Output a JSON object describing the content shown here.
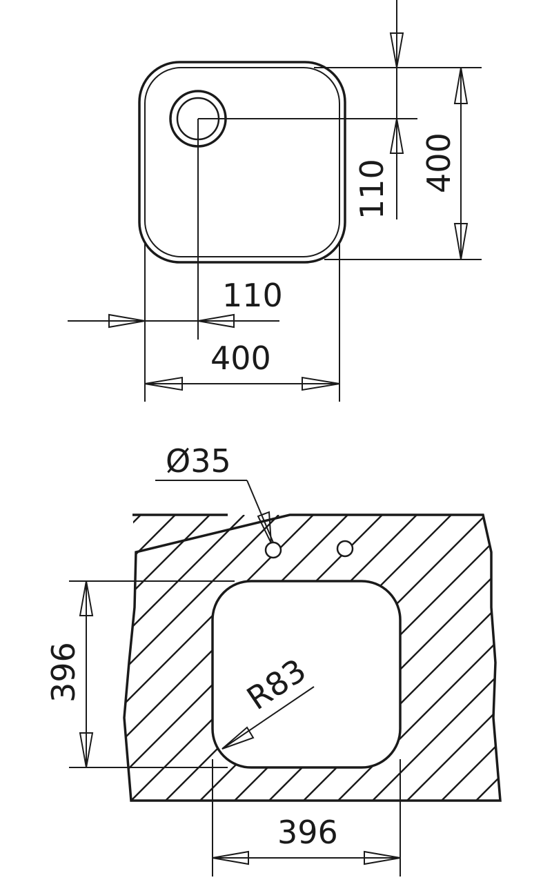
{
  "colors": {
    "ink": "#1a1a1a",
    "paper": "#ffffff"
  },
  "top_view": {
    "dim_offset_vertical": "110",
    "dim_height": "400",
    "dim_offset_horizontal": "110",
    "dim_width": "400"
  },
  "cutout_view": {
    "dim_hole_diameter": "Ø35",
    "dim_height": "396",
    "dim_corner_radius": "R83",
    "dim_width": "396"
  }
}
